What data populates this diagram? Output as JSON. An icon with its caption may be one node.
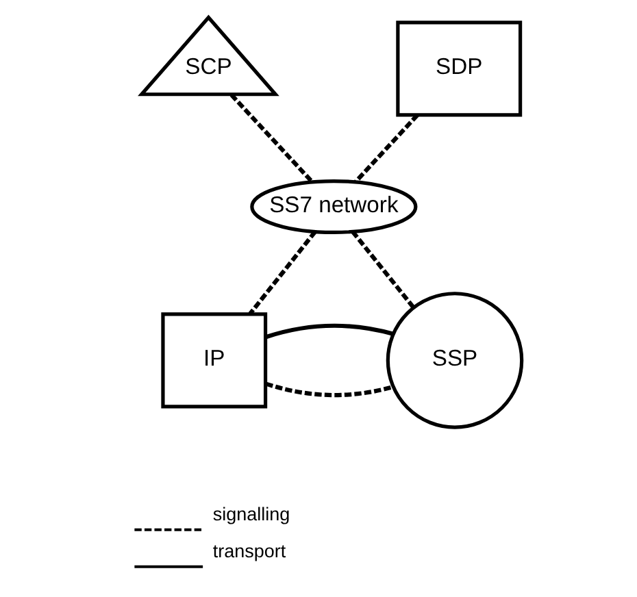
{
  "diagram": {
    "nodes": [
      {
        "text": [
          "SCP"
        ]
      },
      {
        "text": [
          "SDP"
        ]
      },
      {
        "text": [
          "SS7 network"
        ]
      },
      {
        "text": [
          "IP"
        ]
      },
      {
        "text": [
          "SSP"
        ]
      }
    ],
    "edges": [
      {
        "from": 0,
        "to": 2,
        "arrow": "none",
        "style": "dashed"
      },
      {
        "from": 1,
        "to": 2,
        "arrow": "none",
        "style": "dashed"
      },
      {
        "from": 2,
        "to": 3,
        "arrow": "none",
        "style": "dashed"
      },
      {
        "from": 2,
        "to": 4,
        "arrow": "none",
        "style": "dashed"
      },
      {
        "from": 3,
        "to": 4,
        "arrow": "none",
        "style": "dashed"
      },
      {
        "from": 3,
        "to": 4,
        "arrow": "none"
      }
    ],
    "legend": [
      {
        "text": "signalling"
      },
      {
        "text": "transport"
      }
    ]
  }
}
